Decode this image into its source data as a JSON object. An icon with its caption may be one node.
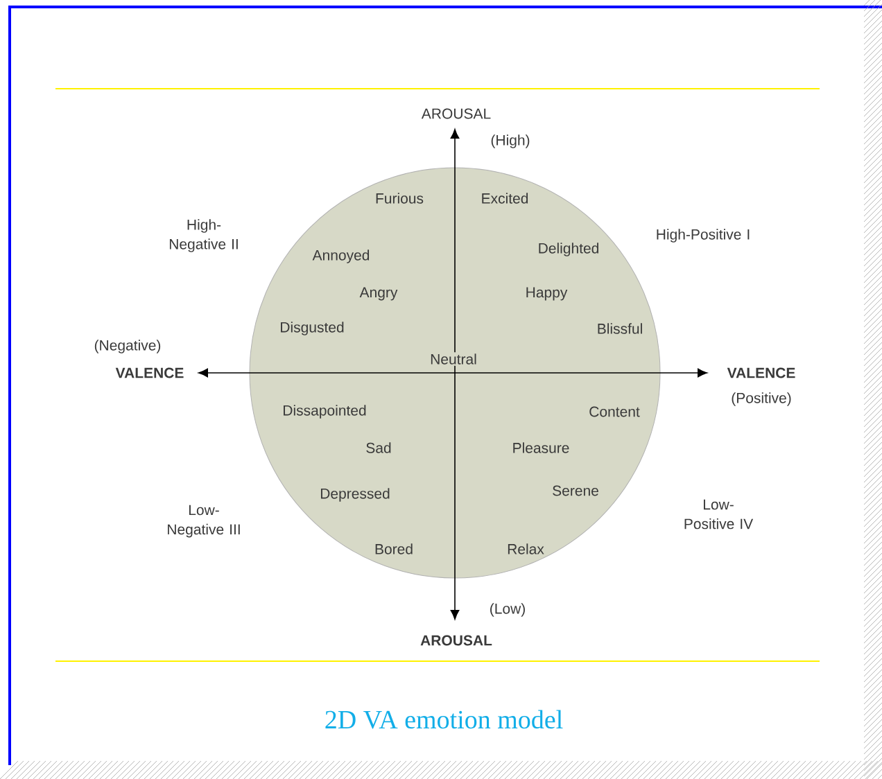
{
  "diagram": {
    "caption": "2D VA emotion model",
    "labels": [
      "AROUSAL",
      "(High)",
      "Furious",
      "Excited",
      "High-Negative II",
      "High-Positive I",
      "Annoyed",
      "Delighted",
      "Angry",
      "Happy",
      "Disgusted",
      "Blissful",
      "(Negative)",
      "Neutral",
      "VALENCE",
      "VALENCE",
      "Dissapointed",
      "Content",
      "(Positive)",
      "Sad",
      "Pleasure",
      "Depressed",
      "Serene",
      "Low-Negative III",
      "Low-Positive IV",
      "Bored",
      "Relax",
      "(Low)",
      "AROUSAL"
    ]
  }
}
